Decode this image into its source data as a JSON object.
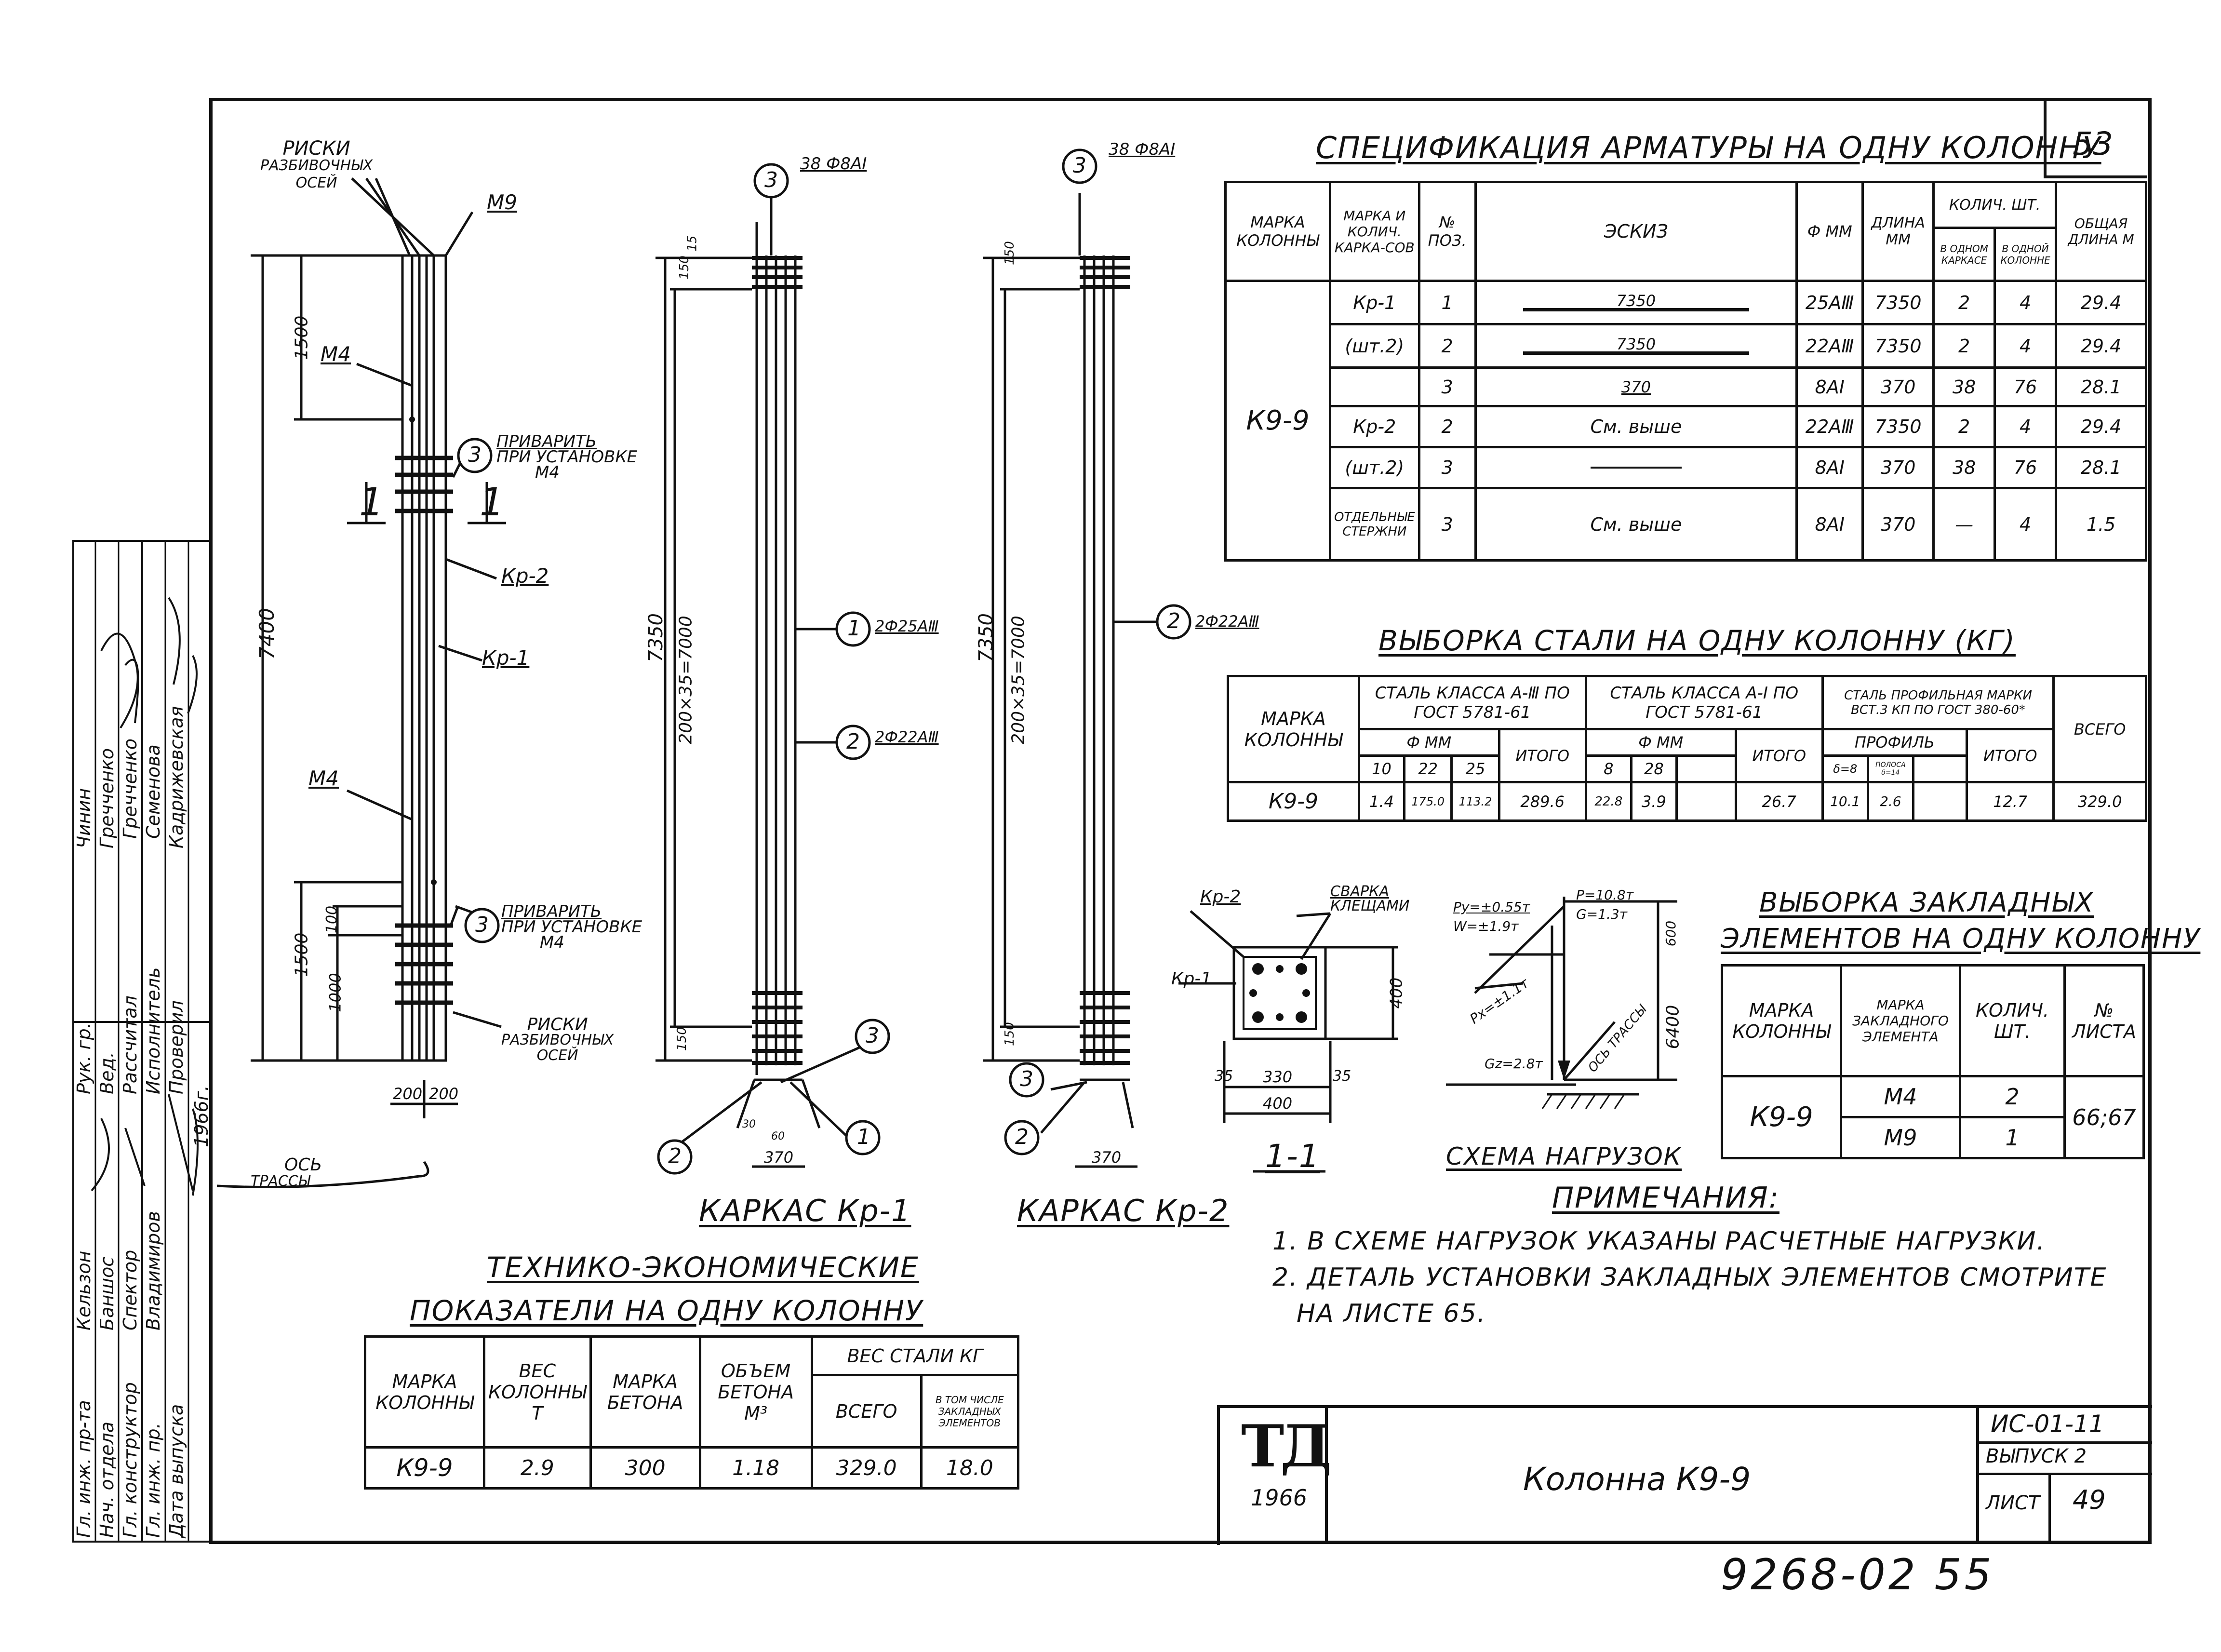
{
  "sheet": {
    "page_number": "53",
    "doc_code": "ИС-01-11",
    "issue": "ВЫПУСК 2",
    "sheet_label": "ЛИСТ",
    "sheet_number": "49",
    "title": "Колонна К9-9",
    "logo_text": "ТД",
    "logo_year": "1966",
    "footer_number": "9268-02 55"
  },
  "spec": {
    "title": "СПЕЦИФИКАЦИЯ АРМАТУРЫ НА ОДНУ КОЛОННУ",
    "headers": [
      "МАРКА КОЛОННЫ",
      "МАРКА И КОЛИЧ. КАРКА-СОВ",
      "№ ПОЗ.",
      "ЭСКИЗ",
      "Ф ММ",
      "ДЛИНА ММ",
      "КОЛИЧ. ШТ.",
      "ОБЩАЯ ДЛИНА М"
    ],
    "sub_headers": [
      "В ОДНОМ КАРКАСЕ",
      "В ОДНОЙ КОЛОННЕ"
    ],
    "column_mark": "К9-9",
    "rows": [
      {
        "frame": "Кр-1",
        "pos": "1",
        "sketch": "7350",
        "dia": "25АⅢ",
        "len": "7350",
        "q1": "2",
        "q2": "4",
        "total": "29.4"
      },
      {
        "frame": "(шт.2)",
        "pos": "2",
        "sketch": "7350",
        "dia": "22АⅢ",
        "len": "7350",
        "q1": "2",
        "q2": "4",
        "total": "29.4"
      },
      {
        "frame": "",
        "pos": "3",
        "sketch": "370",
        "dia": "8АⅠ",
        "len": "370",
        "q1": "38",
        "q2": "76",
        "total": "28.1"
      },
      {
        "frame": "Кр-2",
        "pos": "2",
        "sketch": "См. выше",
        "dia": "22АⅢ",
        "len": "7350",
        "q1": "2",
        "q2": "4",
        "total": "29.4"
      },
      {
        "frame": "(шт.2)",
        "pos": "3",
        "sketch": "",
        "dia": "8АⅠ",
        "len": "370",
        "q1": "38",
        "q2": "76",
        "total": "28.1"
      },
      {
        "frame": "ОТДЕЛЬНЫЕ СТЕРЖНИ",
        "pos": "3",
        "sketch": "См. выше",
        "dia": "8АⅠ",
        "len": "370",
        "q1": "—",
        "q2": "4",
        "total": "1.5"
      }
    ]
  },
  "steel": {
    "title": "ВЫБОРКА СТАЛИ НА ОДНУ КОЛОННУ (КГ)",
    "h_mark": "МАРКА КОЛОННЫ",
    "h_a3": "СТАЛЬ КЛАССА А-Ⅲ ПО ГОСТ 5781-61",
    "h_a1": "СТАЛЬ КЛАССА А-Ⅰ ПО ГОСТ 5781-61",
    "h_prof": "СТАЛЬ ПРОФИЛЬНАЯ МАРКИ ВСТ.3 КП ПО ГОСТ 380-60*",
    "h_total": "ВСЕГО",
    "h_dia": "Ф ММ",
    "h_profile": "ПРОФИЛЬ",
    "h_itogo": "ИТОГО",
    "d_a3": [
      "10",
      "22",
      "25"
    ],
    "d_a1": [
      "8",
      "28"
    ],
    "d_prof": [
      "δ=8",
      "ПОЛОСА δ=14"
    ],
    "row": {
      "mark": "К9-9",
      "a3": [
        "1.4",
        "175.0",
        "113.2"
      ],
      "a3_total": "289.6",
      "a1": [
        "22.8",
        "3.9"
      ],
      "a1_total": "26.7",
      "prof": [
        "10.1",
        "2.6"
      ],
      "prof_total": "12.7",
      "total": "329.0"
    }
  },
  "embeds": {
    "title_1": "ВЫБОРКА ЗАКЛАДНЫХ",
    "title_2": "ЭЛЕМЕНТОВ НА ОДНУ КОЛОННУ",
    "headers": [
      "МАРКА КОЛОННЫ",
      "МАРКА ЗАКЛАДНОГО ЭЛЕМЕНТА",
      "КОЛИЧ. ШТ.",
      "№ ЛИСТА"
    ],
    "mark": "К9-9",
    "rows": [
      {
        "el": "М4",
        "qty": "2"
      },
      {
        "el": "М9",
        "qty": "1"
      }
    ],
    "sheets": "66;67"
  },
  "tech": {
    "title_1": "ТЕХНИКО-ЭКОНОМИЧЕСКИЕ",
    "title_2": "ПОКАЗАТЕЛИ НА ОДНУ КОЛОННУ",
    "headers": [
      "МАРКА КОЛОННЫ",
      "ВЕС КОЛОННЫ Т",
      "МАРКА БЕТОНА",
      "ОБЪЕМ БЕТОНА М³",
      "ВЕС СТАЛИ КГ",
      "ВСЕГО",
      "В ТОМ ЧИСЛЕ ЗАКЛАДНЫХ ЭЛЕМЕНТОВ"
    ],
    "row": [
      "К9-9",
      "2.9",
      "300",
      "1.18",
      "329.0",
      "18.0"
    ]
  },
  "notes": {
    "title": "ПРИМЕЧАНИЯ:",
    "items": [
      "1. В СХЕМЕ НАГРУЗОК УКАЗАНЫ РАСЧЕТНЫЕ НАГРУЗКИ.",
      "2. ДЕТАЛЬ УСТАНОВКИ ЗАКЛАДНЫХ ЭЛЕМЕНТОВ СМОТРИТЕ",
      "НА ЛИСТЕ 65."
    ]
  },
  "drawing": {
    "riski_1": "РИСКИ",
    "riski_2": "РАЗБИВОЧНЫХ",
    "riski_3": "ОСЕЙ",
    "m9": "М9",
    "m4": "М4",
    "weld_1": "ПРИВАРИТЬ",
    "weld_2": "ПРИ УСТАНОВКЕ",
    "weld_3": "М4",
    "kr2": "Кр-2",
    "kr1": "Кр-1",
    "section_mark": "1",
    "dim_7400": "7400",
    "dim_1500": "1500",
    "dim_100": "100",
    "dim_1000": "1000",
    "dim_200": "200",
    "axis_1": "ОСЬ",
    "axis_2": "ТРАССЫ",
    "frame1_title": "КАРКАС Кр-1",
    "frame2_title": "КАРКАС Кр-2",
    "bars_38": "38 Ф8АⅠ",
    "bars_2f25": "2Ф25АⅢ",
    "bars_2f22": "2Ф22АⅢ",
    "bars_2f22b": "2Ф22АⅢ",
    "dim_7350": "7350",
    "dim_200x35": "200×35=7000",
    "dim_150": "150",
    "dim_15": "15",
    "dim_370": "370",
    "dim_30": "30",
    "dim_60": "60",
    "pos_1": "1",
    "pos_2": "2",
    "pos_3": "3",
    "sec_weld_1": "СВАРКА",
    "sec_weld_2": "КЛЕЩАМИ",
    "dim_400": "400",
    "dim_330": "330",
    "dim_35": "35",
    "section_title": "1-1",
    "load_py": "Py=±0.55т",
    "load_w": "W=±1.9т",
    "load_p": "P=10.8т",
    "load_g": "G=1.3т",
    "load_px": "Pх=±1.1т",
    "load_gz": "Gz=2.8т",
    "load_axis": "ОСЬ ТРАССЫ",
    "dim_600": "600",
    "dim_6400": "6400",
    "load_title": "СХЕМА НАГРУЗОК"
  },
  "sidebar": {
    "roles": [
      "Гл. инж. пр-та",
      "Нач. отдела",
      "Гл. конструктор",
      "Гл. инж. пр.",
      "Дата выпуска",
      "Рук. гр.",
      "Вед.",
      "Рассчитал",
      "Исполнитель",
      "Проверил"
    ],
    "names": [
      "Кельзон",
      "Баншос",
      "Спектор",
      "Владимиров",
      "",
      "Чинин",
      "Гречченко",
      "Гречченко",
      "Семенова",
      "Кадрижевская"
    ],
    "date": "1966г."
  }
}
